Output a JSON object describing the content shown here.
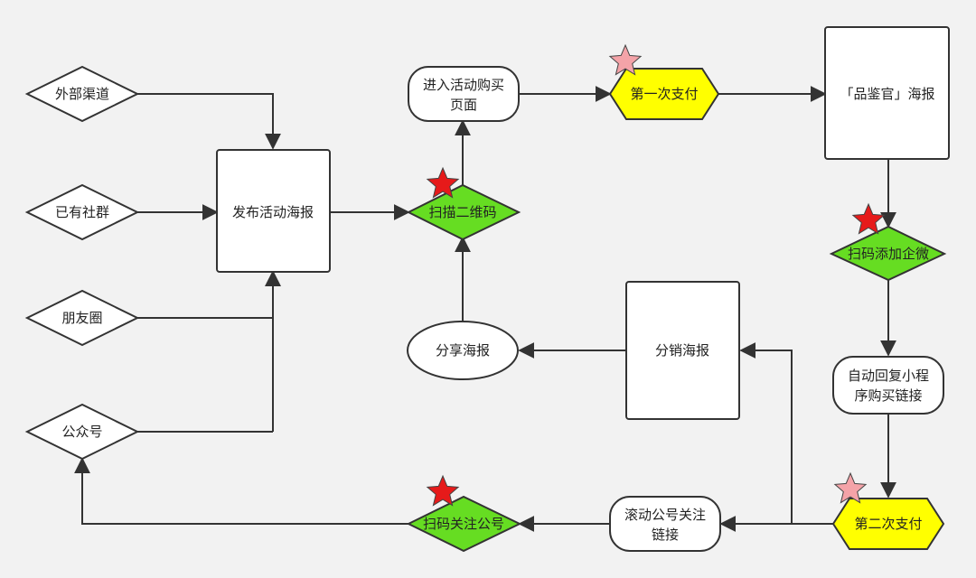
{
  "diagram": {
    "nodes": {
      "external_channel": "外部渠道",
      "existing_community": "已有社群",
      "moments": "朋友圈",
      "official_account": "公众号",
      "publish_poster": "发布活动海报",
      "scan_qr": "扫描二维码",
      "enter_page_line1": "进入活动购买",
      "enter_page_line2": "页面",
      "share_poster": "分享海报",
      "first_payment": "第一次支付",
      "taster_poster": "「品鉴官」海报",
      "scan_add_wecom": "扫码添加企微",
      "auto_reply_line1": "自动回复小程",
      "auto_reply_line2": "序购买链接",
      "second_payment": "第二次支付",
      "distribution_poster": "分销海报",
      "scroll_link_line1": "滚动公号关注",
      "scroll_link_line2": "链接",
      "scan_follow_oa": "扫码关注公号"
    },
    "colors": {
      "background": "#f2f2f2",
      "node_fill": "#ffffff",
      "stroke": "#333333",
      "green_fill": "#66dd22",
      "yellow_fill": "#ffff00",
      "star_red": "#e61a1a",
      "star_pink": "#f4a3a8"
    }
  }
}
